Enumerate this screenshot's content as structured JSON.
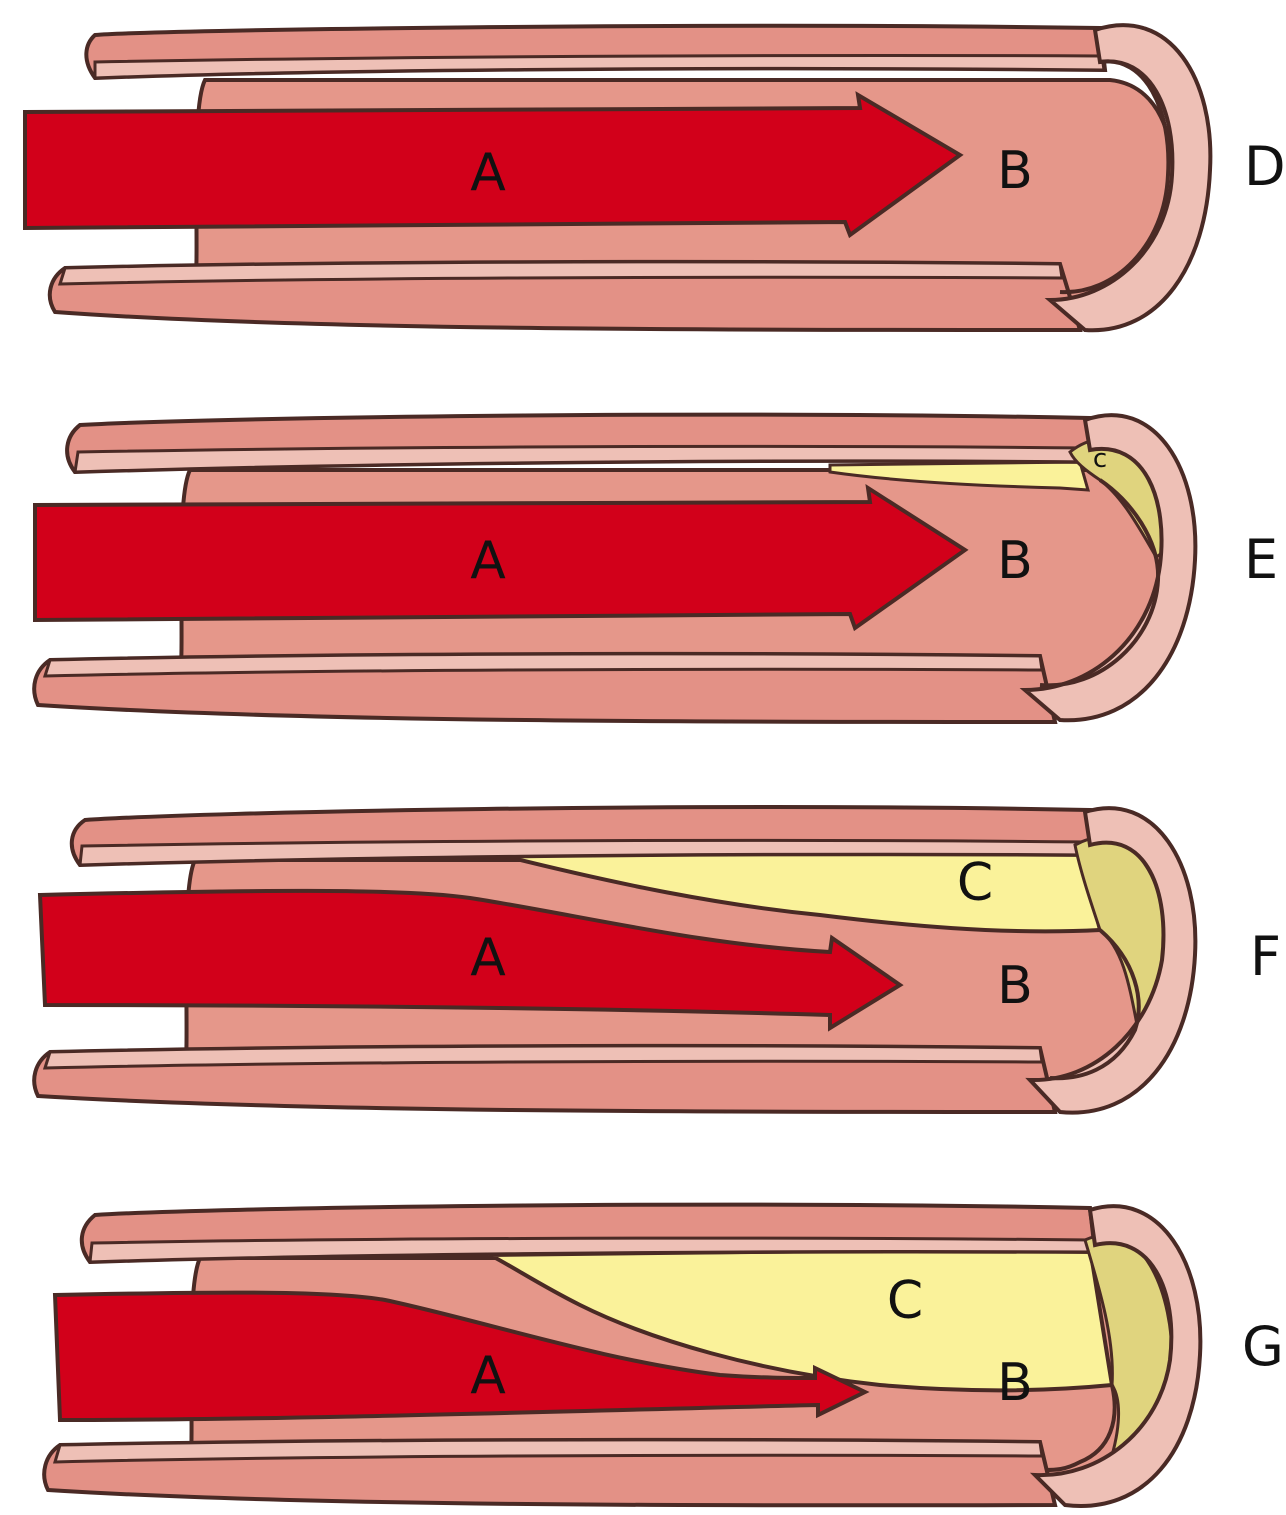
{
  "panels": [
    {
      "id": "D",
      "label": "D",
      "label_a": "A",
      "label_b": "B",
      "label_c": ""
    },
    {
      "id": "E",
      "label": "E",
      "label_a": "A",
      "label_b": "B",
      "label_c": "c"
    },
    {
      "id": "F",
      "label": "F",
      "label_a": "A",
      "label_b": "B",
      "label_c": "C"
    },
    {
      "id": "G",
      "label": "G",
      "label_a": "A",
      "label_b": "B",
      "label_c": "C"
    }
  ],
  "colors": {
    "vessel_wall": "#E39186",
    "wall_inner_band": "#EEC0B6",
    "lumen": "#E5978A",
    "blood_flow": "#D2001A",
    "plaque": "#FAF29A",
    "plaque_section": "#E0D47E",
    "outline": "#4A2A25"
  }
}
